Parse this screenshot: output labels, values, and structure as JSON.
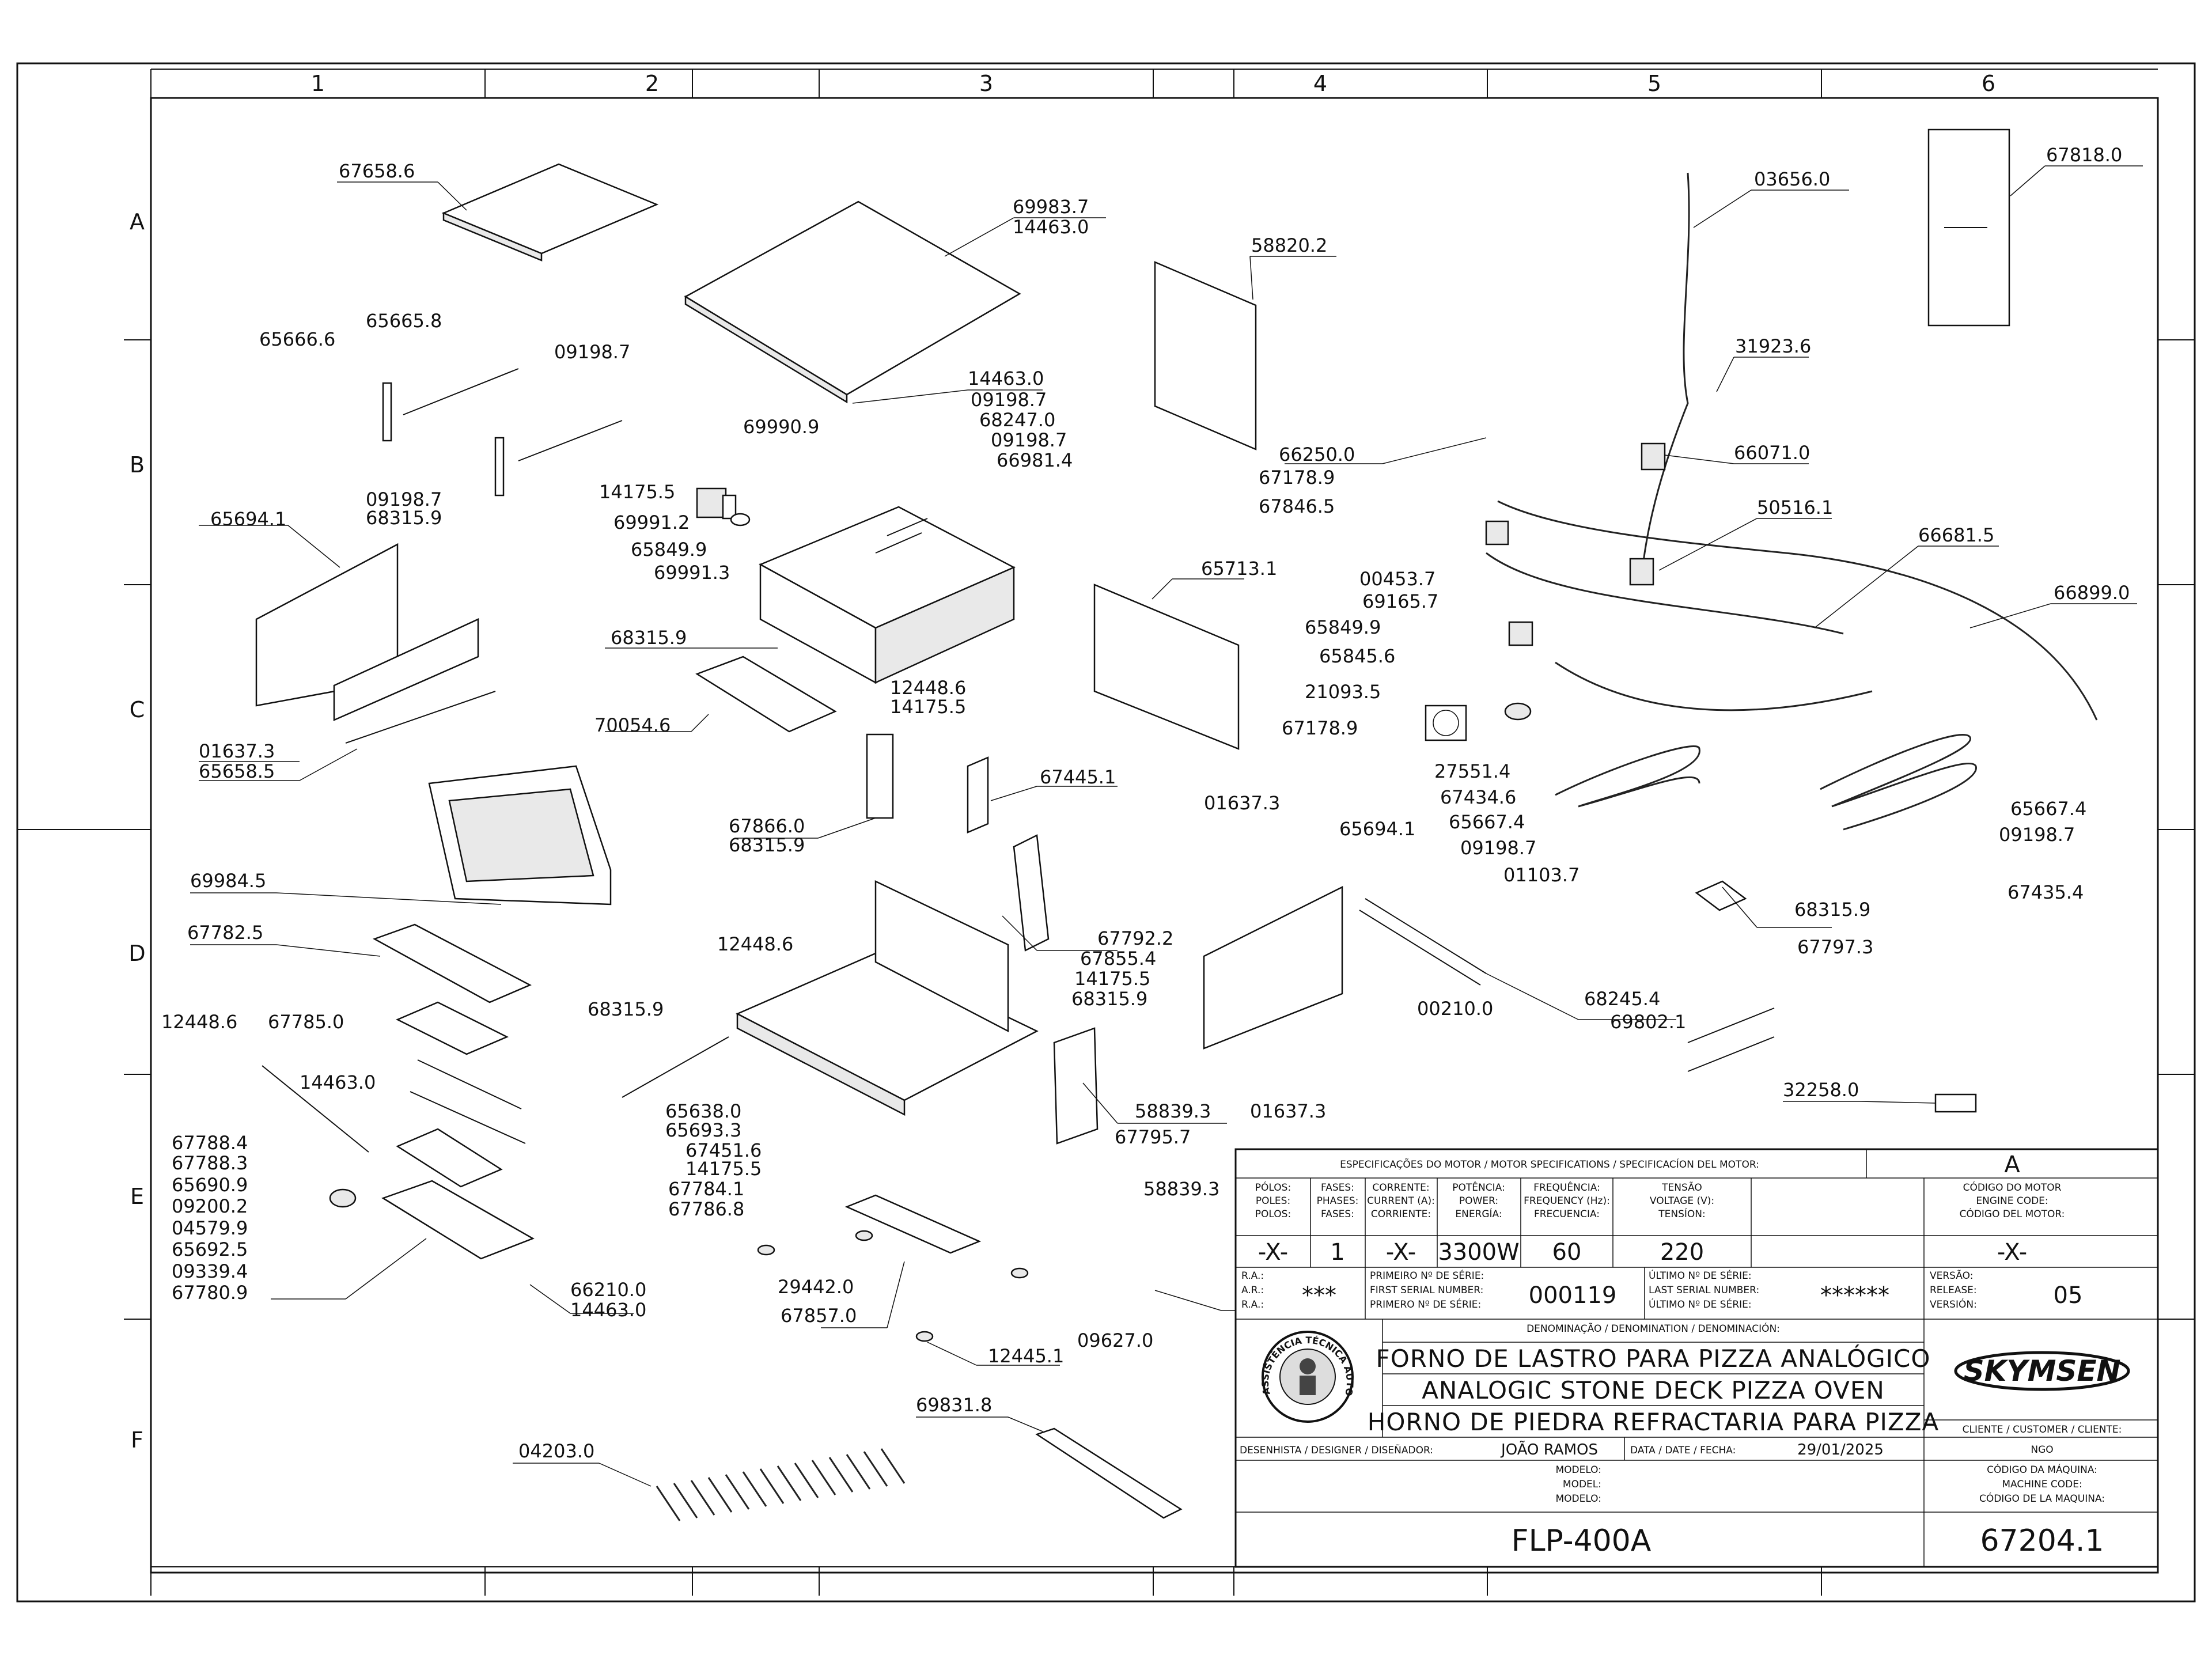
{
  "zones": {
    "columns": [
      "1",
      "2",
      "3",
      "4",
      "5",
      "6"
    ],
    "rows": [
      "A",
      "B",
      "C",
      "D",
      "E",
      "F"
    ]
  },
  "part_labels": [
    "67658.6",
    "69983.7",
    "14463.0",
    "58820.2",
    "03656.0",
    "67818.0",
    "65665.8",
    "65666.6",
    "09198.7",
    "14463.0",
    "09198.7",
    "31923.6",
    "69990.9",
    "68247.0",
    "09198.7",
    "66981.4",
    "66250.0",
    "67178.9",
    "66071.0",
    "14175.5",
    "69991.2",
    "65849.9",
    "69991.3",
    "09198.7",
    "68315.9",
    "67846.5",
    "50516.1",
    "65694.1",
    "66681.5",
    "00453.7",
    "69165.7",
    "65713.1",
    "66899.0",
    "68315.9",
    "65849.9",
    "65845.6",
    "12448.6",
    "14175.5",
    "21093.5",
    "70054.6",
    "67178.9",
    "01637.3",
    "65658.5",
    "67445.1",
    "27551.4",
    "67434.6",
    "65667.4",
    "01637.3",
    "67866.0",
    "68315.9",
    "09198.7",
    "65667.4",
    "09198.7",
    "65694.1",
    "01103.7",
    "68315.9",
    "69984.5",
    "67435.4",
    "67782.5",
    "67792.2",
    "12448.6",
    "67855.4",
    "67797.3",
    "14175.5",
    "68315.9",
    "68245.4",
    "68315.9",
    "00210.0",
    "69802.1",
    "12448.6",
    "67785.0",
    "14463.0",
    "65638.0",
    "32258.0",
    "58839.3",
    "01637.3",
    "65693.3",
    "67788.4",
    "67795.7",
    "67788.3",
    "67451.6",
    "14175.5",
    "65690.9",
    "67784.1",
    "58839.3",
    "09200.2",
    "67786.8",
    "04579.9",
    "65692.5",
    "09339.4",
    "29442.0",
    "66210.0",
    "67780.9",
    "14463.0",
    "67857.0",
    "12445.1",
    "09627.0",
    "69831.8",
    "04203.0"
  ],
  "motor_spec": {
    "header": "ESPECIFICAÇÕES DO MOTOR / MOTOR SPECIFICATIONS / SPECIFICACÍON DEL MOTOR:",
    "revision_letter": "A",
    "poles": {
      "label_pt": "PÓLOS:",
      "label_en": "POLES:",
      "label_es": "POLOS:",
      "value": "-X-"
    },
    "phases": {
      "label_pt": "FASES:",
      "label_en": "PHASES:",
      "label_es": "FASES:",
      "value": "1"
    },
    "current": {
      "label_pt": "CORRENTE:",
      "label_en": "CURRENT (A):",
      "label_es": "CORRIENTE:",
      "value": "-X-"
    },
    "power": {
      "label_pt": "POTÊNCIA:",
      "label_en": "POWER:",
      "label_es": "ENERGÍA:",
      "value": "3300W"
    },
    "frequency": {
      "label_pt": "FREQUÊNCIA:",
      "label_en": "FREQUENCY (Hz):",
      "label_es": "FRECUENCIA:",
      "value": "60"
    },
    "voltage": {
      "label_pt": "TENSÃO",
      "label_en": "VOLTAGE (V):",
      "label_es": "TENSÍON:",
      "value": "220"
    },
    "engine_code": {
      "label_pt": "CÓDIGO DO MOTOR",
      "label_en": "ENGINE CODE:",
      "label_es": "CÓDIGO DEL MOTOR:",
      "value": "-X-"
    }
  },
  "serials": {
    "ra": {
      "l1": "R.A.:",
      "l2": "A.R.:",
      "l3": "R.A.:",
      "value": "***"
    },
    "first": {
      "l1": "PRIMEIRO Nº DE SÉRIE:",
      "l2": "FIRST SERIAL NUMBER:",
      "l3": "PRIMERO Nº DE SÉRIE:",
      "value": "000119"
    },
    "last": {
      "l1": "ÚLTIMO Nº DE SÉRIE:",
      "l2": "LAST SERIAL NUMBER:",
      "l3": "ÚLTIMO Nº DE SÉRIE:",
      "value": "******"
    },
    "version": {
      "l1": "VERSÃO:",
      "l2": "RELEASE:",
      "l3": "VERSIÓN:",
      "value": "05"
    }
  },
  "denomination": {
    "header": "DENOMINAÇÃO / DENOMINATION / DENOMINACIÓN:",
    "line_pt": "FORNO DE LASTRO PARA PIZZA ANALÓGICO",
    "line_en": "ANALOGIC STONE DECK PIZZA OVEN",
    "line_es": "HORNO DE PIEDRA REFRACTARIA PARA PIZZA"
  },
  "seal_text": "ASSISTÊNCIA TÉCNICA AUTORIZADA",
  "brand": "SKYMSEN",
  "customer": {
    "label": "CLIENTE / CUSTOMER / CLIENTE:",
    "value": "NGO"
  },
  "designer": {
    "label": "DESENHISTA / DESIGNER / DISEÑADOR:",
    "value": "JOÃO RAMOS"
  },
  "date": {
    "label": "DATA / DATE / FECHA:",
    "value": "29/01/2025"
  },
  "model": {
    "l1": "MODELO:",
    "l2": "MODEL:",
    "l3": "MODELO:",
    "value": "FLP-400A"
  },
  "machine_code": {
    "l1": "CÓDIGO DA MÁQUINA:",
    "l2": "MACHINE CODE:",
    "l3": "CÓDIGO DE LA MAQUINA:",
    "value": "67204.1"
  }
}
